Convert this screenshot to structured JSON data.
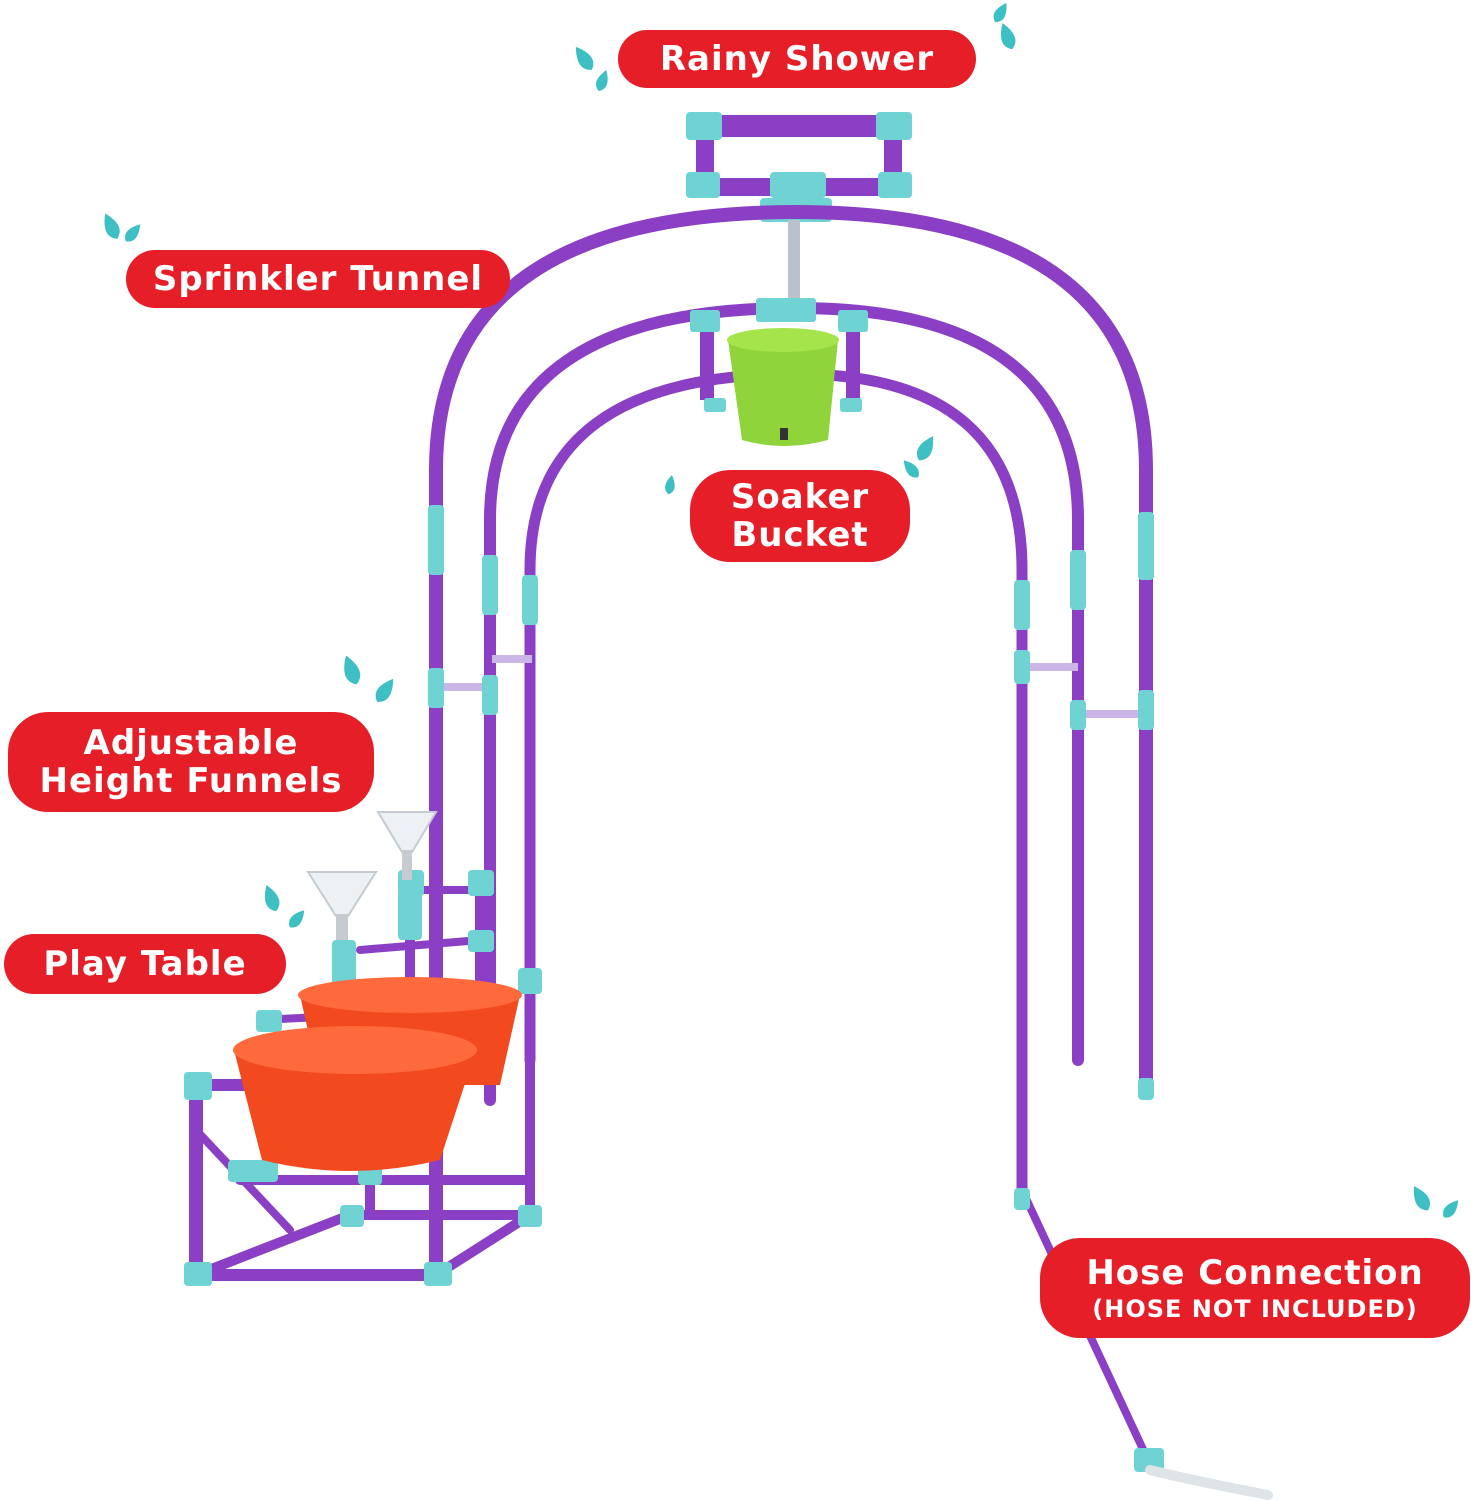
{
  "labels": {
    "rainy_shower": "Rainy Shower",
    "sprinkler_tunnel": "Sprinkler Tunnel",
    "soaker_bucket_line1": "Soaker",
    "soaker_bucket_line2": "Bucket",
    "funnels_line1": "Adjustable",
    "funnels_line2": "Height Funnels",
    "play_table": "Play Table",
    "hose_line1": "Hose Connection",
    "hose_line2": "(HOSE NOT INCLUDED)"
  },
  "colors": {
    "label_bg": "#e61e27",
    "pipe_purple": "#8a3fc4",
    "connector_teal": "#6fd3d3",
    "bucket_green": "#8fd43a",
    "tub_orange": "#f2491f",
    "splash_teal": "#3dbfc4"
  }
}
